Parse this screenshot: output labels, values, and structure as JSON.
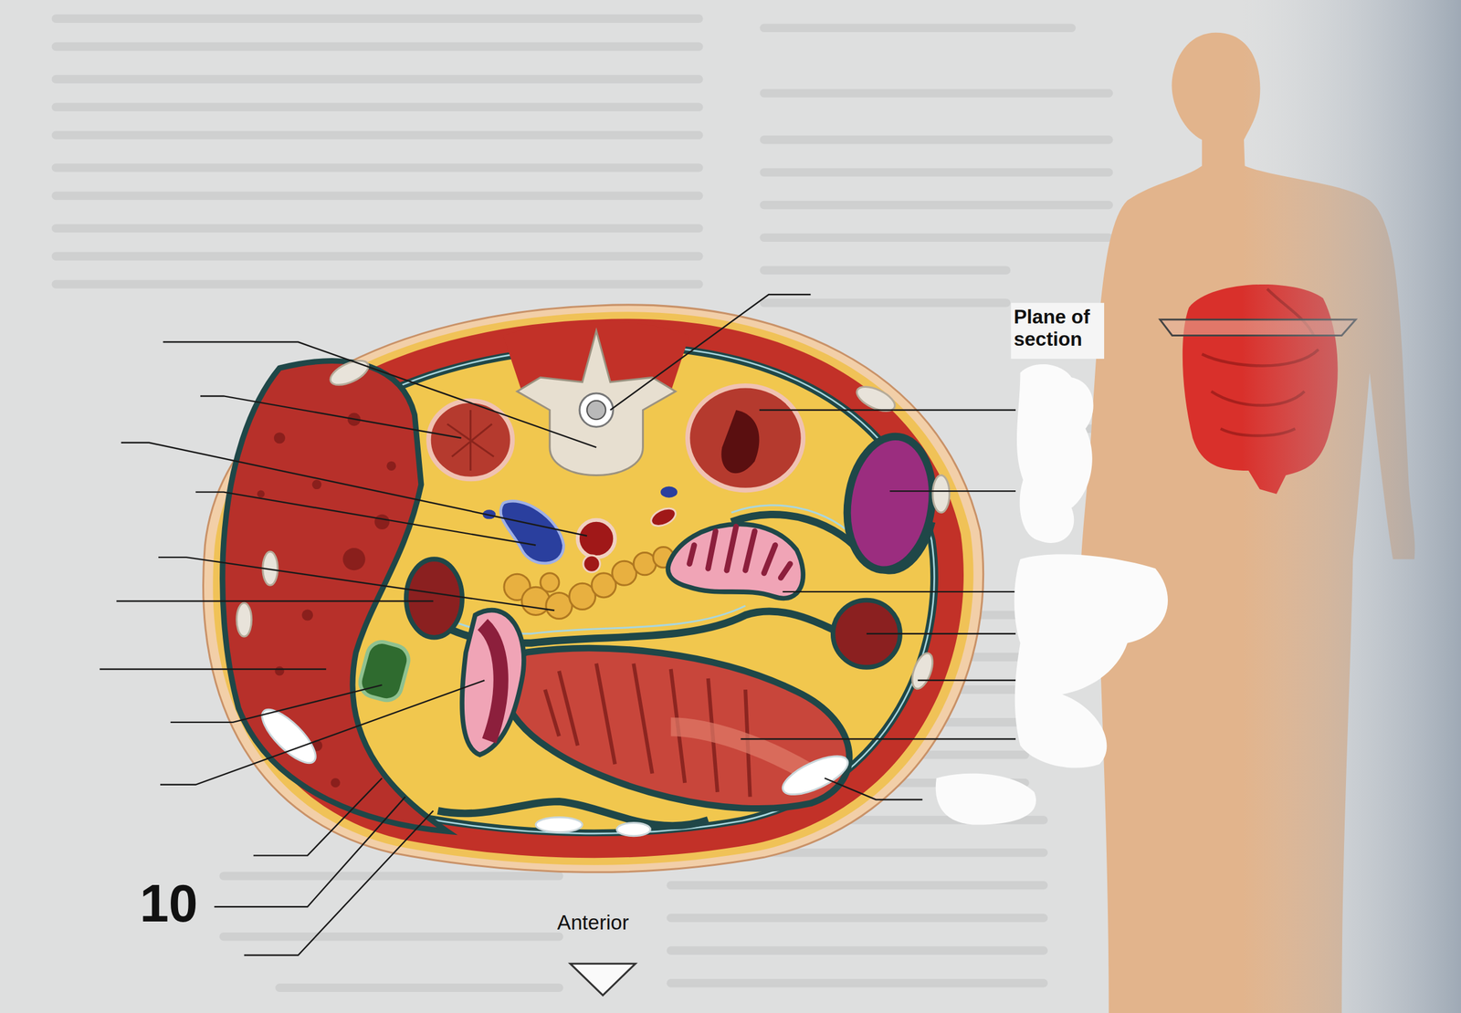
{
  "diagram": {
    "labels": [
      "Plane of section",
      "Anterior",
      "10"
    ]
  }
}
